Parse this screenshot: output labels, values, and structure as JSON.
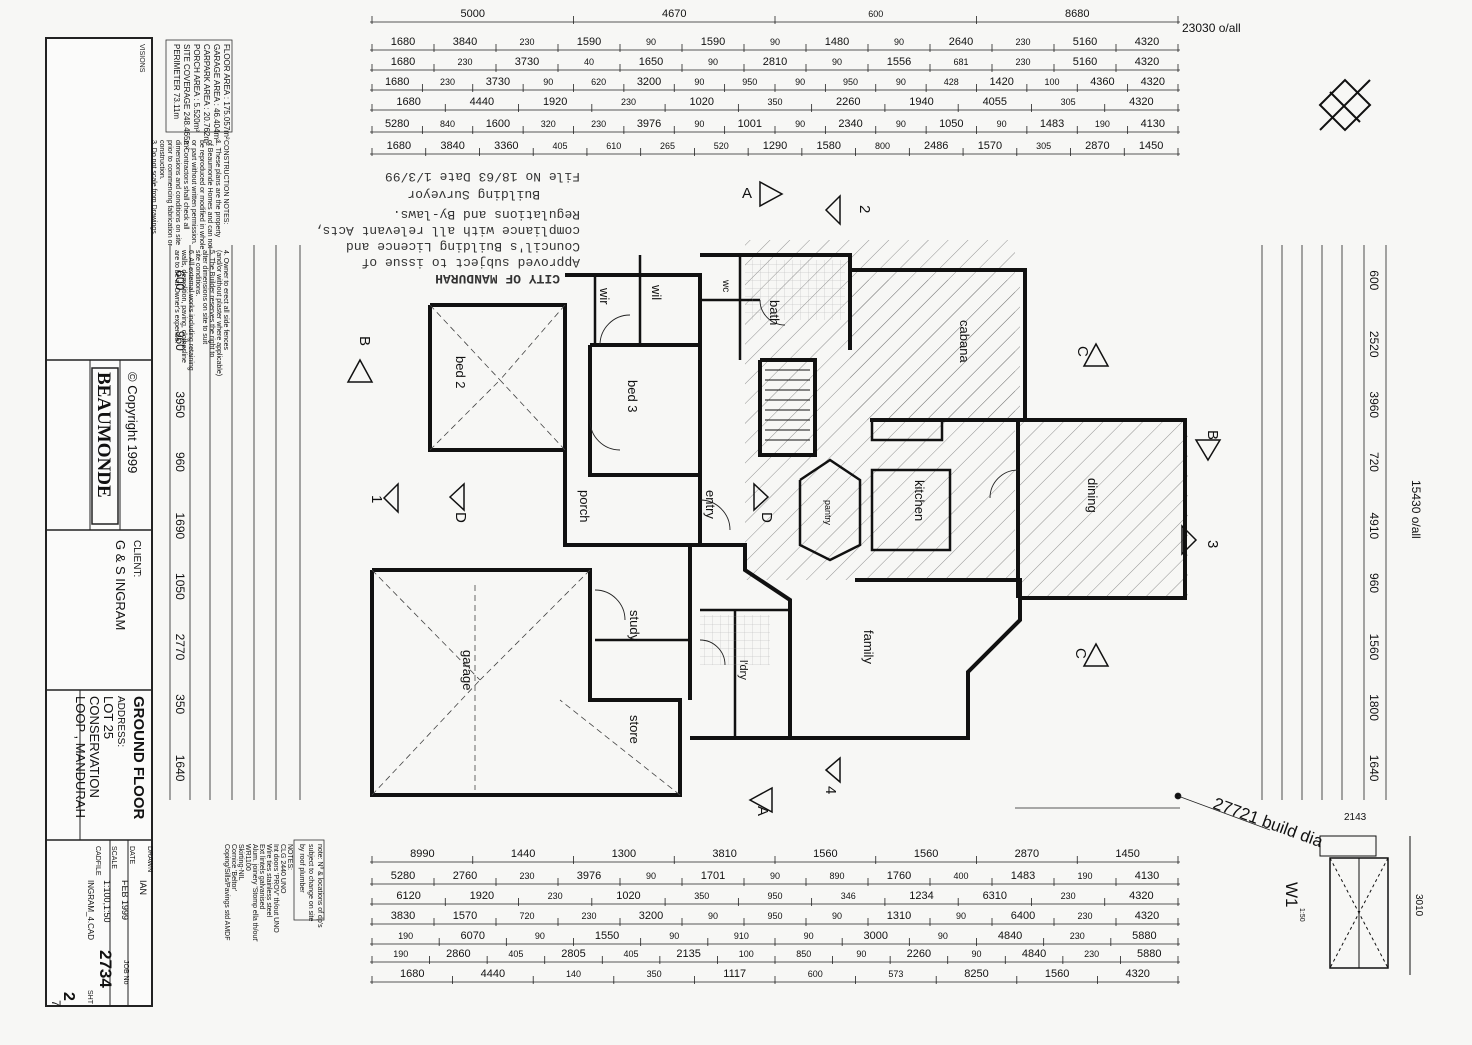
{
  "title_block": {
    "drawing_title": "GROUND FLOOR",
    "address_label": "ADDRESS:",
    "address_line1": "LOT 25",
    "address_line2": "CONSERVATION",
    "address_line3": "LOOP , MANDURAH",
    "client_label": "CLIENT:",
    "client_name": "G & S INGRAM",
    "brand": "BEAUMONDE",
    "copyright": "© Copyright 1999",
    "drawn_label": "DRAWN",
    "drawn_by": "IAN",
    "date_label": "DATE",
    "date": "FEB 1999",
    "scale_label": "SCALE",
    "scale": "1:100,1:50",
    "cadfile_label": "CADFILE",
    "cadfile": "INGRAM_4.CAD",
    "job_label": "JOB No",
    "job_no": "2734",
    "sheet_label": "SHT",
    "sheet": "2",
    "sheet_of": "7",
    "revisions": "VISIONS"
  },
  "floor_area": {
    "floor_area": "FLOOR AREA  : 175.057m²",
    "garage_area": "GARAGE AREA : 46.404m²",
    "carpark_area": "CARPARK AREA : 20.762m²",
    "porch_area": "PORCH AREA  : 5.520m²",
    "site_coverage": "SITE COVERAGE 248.465m²",
    "perimeter": "PERIMETER 73.11m"
  },
  "construction_notes": [
    "CONSTRUCTION NOTES:",
    "1. These plans are the property",
    "of Beaumonde Homes and can not",
    "be reproduced or modified in whole",
    "or part without written permission.",
    "2. Contractors shall check all",
    "dimensions and conditions on site",
    "prior to commencing fabrication or",
    "construction.",
    "3. Do not scale from Drawings."
  ],
  "owner_notes": [
    "4. Owner to erect all side fences",
    "(and/or without plaster where applicable)",
    "5. The Builder reserves the right to",
    "alter dimensions on site to suit",
    "site conditions.",
    "6. All external works including retaining",
    "walls, demolition, paving, clothesline",
    "are to be at Owner's expense."
  ],
  "stamp": {
    "line1": "CITY OF MANDURAH",
    "line2": "Approved subject to issue of",
    "line3": "Council's Building Licence and",
    "line4": "compliance with all relevant Acts,",
    "line5": "Regulations and By-laws.",
    "line6": "Building Surveyor",
    "line7": "File No  18/63   Date  1/3/99"
  },
  "rooms": {
    "bed2": "bed 2",
    "bed3": "bed 3",
    "wir": "wir",
    "bath": "bath",
    "wc": "wc",
    "cabana": "cabana",
    "kitchen": "kitchen",
    "dining": "dining",
    "family": "family",
    "entry": "entry",
    "porch": "porch",
    "study": "study",
    "garage": "garage",
    "store": "store",
    "ldry": "l'dry",
    "pantry": "pantry",
    "wil": "wil"
  },
  "overall": {
    "width": "23030 o/all",
    "depth": "15430 o/all",
    "build_dia": "27721 build dia",
    "w1": "W1",
    "w1_scale": "1:50",
    "w1_width": "2143",
    "w1_height": "3010"
  },
  "top_dims": {
    "row1": [
      "5000",
      "4670",
      "600",
      "8680"
    ],
    "row2": [
      "1680",
      "3840",
      "230",
      "1590",
      "90",
      "1590",
      "90",
      "1480",
      "90",
      "2640",
      "230",
      "5160",
      "4320"
    ],
    "row3": [
      "1680",
      "230",
      "3730",
      "40",
      "1650",
      "90",
      "2810",
      "90",
      "1556",
      "681",
      "230",
      "5160",
      "4320"
    ],
    "row4": [
      "1680",
      "230",
      "3730",
      "90",
      "620",
      "3200",
      "90",
      "950",
      "90",
      "950",
      "90",
      "428",
      "1420",
      "100",
      "4360",
      "4320"
    ],
    "row5": [
      "1680",
      "4440",
      "1920",
      "230",
      "1020",
      "350",
      "2260",
      "1940",
      "4055",
      "305",
      "4320"
    ],
    "row6": [
      "5280",
      "840",
      "1600",
      "320",
      "230",
      "3976",
      "90",
      "1001",
      "90",
      "2340",
      "90",
      "1050",
      "90",
      "1483",
      "190",
      "4130"
    ],
    "row7": [
      "1680",
      "3840",
      "3360",
      "405",
      "610",
      "265",
      "520",
      "1290",
      "1580",
      "800",
      "2486",
      "1570",
      "305",
      "2870",
      "1450"
    ]
  },
  "bottom_dims": {
    "row1": [
      "8990",
      "1440",
      "1300",
      "3810",
      "1560",
      "1560",
      "2870",
      "1450"
    ],
    "row2": [
      "5280",
      "2760",
      "230",
      "3976",
      "90",
      "1701",
      "90",
      "890",
      "1760",
      "400",
      "1483",
      "190",
      "4130"
    ],
    "row3": [
      "6120",
      "1920",
      "230",
      "1020",
      "350",
      "950",
      "346",
      "1234",
      "6310",
      "230",
      "4320"
    ],
    "row4": [
      "3830",
      "1570",
      "720",
      "230",
      "3200",
      "90",
      "950",
      "90",
      "1310",
      "90",
      "6400",
      "230",
      "4320"
    ],
    "row5": [
      "190",
      "6070",
      "90",
      "1550",
      "90",
      "910",
      "90",
      "3000",
      "90",
      "4840",
      "230",
      "5880"
    ],
    "row6": [
      "190",
      "2860",
      "405",
      "2805",
      "405",
      "2135",
      "100",
      "850",
      "90",
      "2260",
      "90",
      "4840",
      "230",
      "5880"
    ],
    "row7": [
      "1680",
      "4440",
      "140",
      "350",
      "1117",
      "600",
      "573",
      "8250",
      "1560",
      "4320"
    ]
  },
  "left_dims": [
    "600",
    "960",
    "3950",
    "960",
    "1690",
    "1050",
    "2770",
    "350",
    "1640"
  ],
  "right_dims": [
    "600",
    "2520",
    "3960",
    "720",
    "4910",
    "960",
    "1560",
    "1800",
    "1640"
  ],
  "section_marks": [
    "A",
    "A",
    "B",
    "B",
    "C",
    "C",
    "1",
    "2",
    "3",
    "4",
    "D",
    "D"
  ],
  "plumbing_note": [
    "note: Nº & locations of dp's",
    "subject to change on site",
    "by roof plumber"
  ],
  "finish_notes": [
    "NOTES:",
    "CLG 2440 UNO",
    "Int doors 'PROV' th/out UNO",
    "Wire ties stainless steel",
    "Ext lintels galvanised",
    "Alum. joinery 'Stomp ella th/out'",
    "WR1100",
    "Skirting-NIL",
    "Cornice 'Beltor'",
    "Coping/Sills/Pavings std AMDF"
  ]
}
